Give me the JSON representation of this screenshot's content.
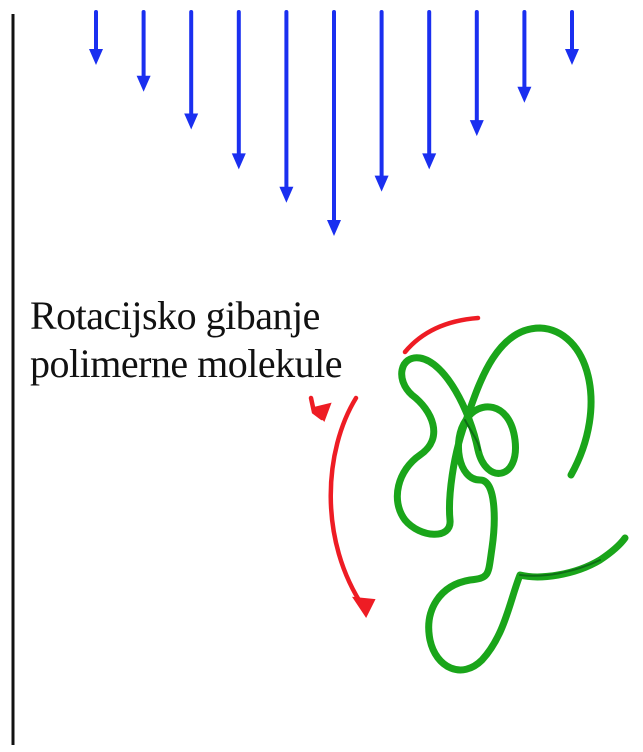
{
  "caption": {
    "line1": "Rotacijsko gibanje",
    "line2": "polimerne molekule"
  },
  "flow_profile": {
    "description_free": true,
    "relative_lengths": [
      0.23,
      0.35,
      0.52,
      0.7,
      0.85,
      1.0,
      0.8,
      0.7,
      0.55,
      0.4,
      0.23
    ],
    "color": "#1a2ff0"
  },
  "colors": {
    "flow_arrows": "#1a2ff0",
    "rotation_arrows": "#ee1c24",
    "molecule": "#1aa51a",
    "wall": "#111111"
  },
  "icons": {
    "flow_arrow": "arrow-down-icon",
    "rotation_arrow": "curved-arrow-icon"
  }
}
